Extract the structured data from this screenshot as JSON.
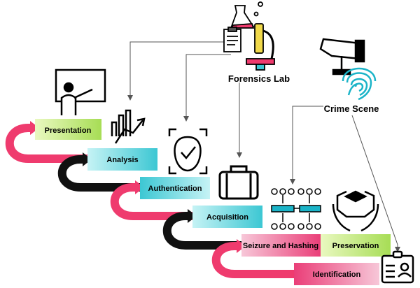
{
  "stages": {
    "presentation": "Presentation",
    "analysis": "Analysis",
    "authentication": "Authentication",
    "acquisition": "Acquisition",
    "seizure_hashing": "Seizure and Hashing",
    "preservation": "Preservation",
    "identification": "Identification"
  },
  "sources": {
    "forensics_lab": "Forensics Lab",
    "crime_scene": "Crime Scene"
  },
  "colors": {
    "pink": "#ef3b6e",
    "black": "#111111",
    "green_a": "#e9f8c0",
    "green_b": "#a7dd55",
    "cyan_a": "#c6f3f5",
    "cyan_b": "#3cc7d3",
    "pink_a": "#f7c7d8",
    "pink_b": "#ea3e78",
    "teal": "#1bb4c8"
  },
  "icons": {
    "presenter": "presenter-icon",
    "chart": "growth-chart-icon",
    "face_check": "face-verification-icon",
    "briefcase": "briefcase-icon",
    "hashing": "hashing-network-icon",
    "hands_box": "hands-box-icon",
    "id_card": "id-card-icon",
    "lab": "forensics-lab-icon",
    "camera": "cctv-camera-icon",
    "fingerprint": "fingerprint-icon"
  }
}
